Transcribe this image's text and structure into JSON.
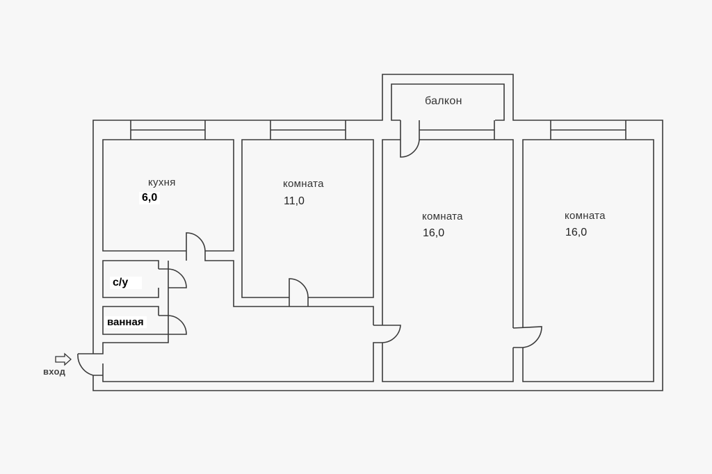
{
  "rooms": {
    "kitchen": {
      "label": "кухня",
      "area": "6,0"
    },
    "room1": {
      "label": "комната",
      "area": "11,0"
    },
    "room2": {
      "label": "комната",
      "area": "16,0"
    },
    "room3": {
      "label": "комната",
      "area": "16,0"
    },
    "balcony": {
      "label": "балкон"
    },
    "toilet": {
      "label": "с/у"
    },
    "bathroom": {
      "label": "ванная"
    },
    "entrance": {
      "label": "вход"
    }
  }
}
